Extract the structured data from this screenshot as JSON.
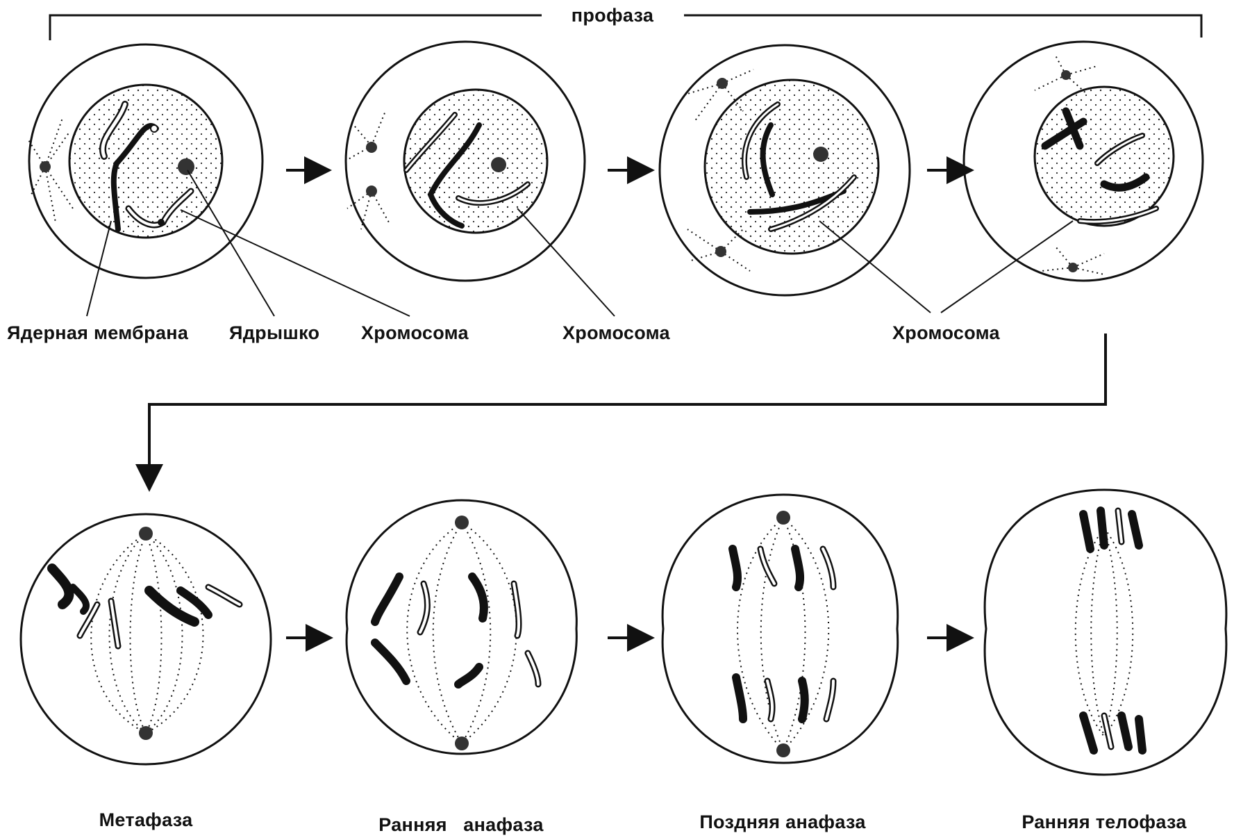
{
  "prophase_bracket": {
    "label": "профаза"
  },
  "top_labels": {
    "nuclear_membrane": "Ядерная мембрана",
    "nucleolus": "Ядрышко",
    "chromosome_1": "Хромосома",
    "chromosome_2": "Хромосома",
    "chromosome_3": "Хромосома"
  },
  "stages": {
    "metaphase": "Метафаза",
    "early_anaphase": "Ранняя   анафаза",
    "late_anaphase": "Поздняя анафаза",
    "early_telophase": "Ранняя телофаза"
  },
  "colors": {
    "ink": "#111111",
    "paper": "#ffffff"
  }
}
